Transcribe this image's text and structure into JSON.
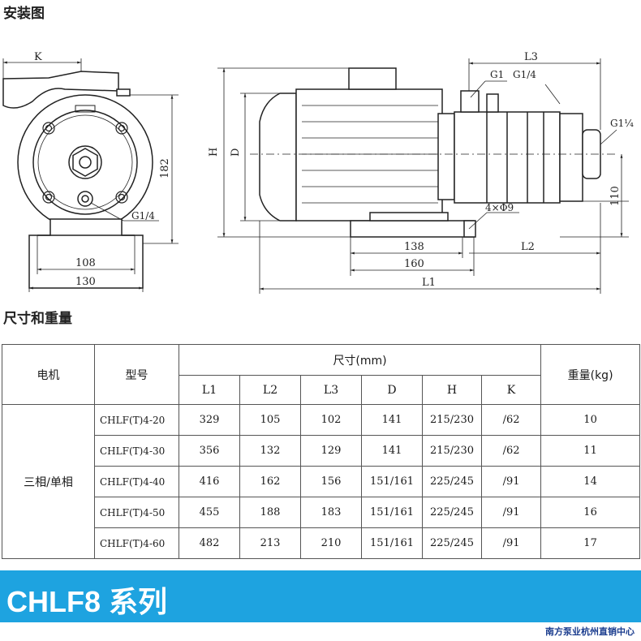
{
  "titles": {
    "install": "安装图",
    "dimensions": "尺寸和重量"
  },
  "drawing_labels": {
    "k": "K",
    "d182": "182",
    "g14_left": "G1/4",
    "d108": "108",
    "d130": "130",
    "h": "H",
    "d": "D",
    "l3": "L3",
    "g1": "G1",
    "g14_top": "G1/4",
    "g14_right": "G1¼",
    "d110": "110",
    "holes": "4×Φ9",
    "d138": "138",
    "l2": "L2",
    "d160": "160",
    "l1": "L1"
  },
  "table": {
    "headers": {
      "motor": "电机",
      "model": "型号",
      "dims": "尺寸(mm)",
      "weight": "重量(kg)"
    },
    "sub_headers": [
      "L1",
      "L2",
      "L3",
      "D",
      "H",
      "K"
    ],
    "motor_type": "三相/单相",
    "rows": [
      {
        "model": "CHLF(T)4-20",
        "L1": "329",
        "L2": "105",
        "L3": "102",
        "D": "141",
        "H": "215/230",
        "K": "/62",
        "weight": "10"
      },
      {
        "model": "CHLF(T)4-30",
        "L1": "356",
        "L2": "132",
        "L3": "129",
        "D": "141",
        "H": "215/230",
        "K": "/62",
        "weight": "11"
      },
      {
        "model": "CHLF(T)4-40",
        "L1": "416",
        "L2": "162",
        "L3": "156",
        "D": "151/161",
        "H": "225/245",
        "K": "/91",
        "weight": "14"
      },
      {
        "model": "CHLF(T)4-50",
        "L1": "455",
        "L2": "188",
        "L3": "183",
        "D": "151/161",
        "H": "225/245",
        "K": "/91",
        "weight": "16"
      },
      {
        "model": "CHLF(T)4-60",
        "L1": "482",
        "L2": "213",
        "L3": "210",
        "D": "151/161",
        "H": "225/245",
        "K": "/91",
        "weight": "17"
      }
    ]
  },
  "banner": {
    "title": "CHLF8 系列",
    "color": "#1ea3e0"
  },
  "footer": "南方泵业杭州直销中心"
}
